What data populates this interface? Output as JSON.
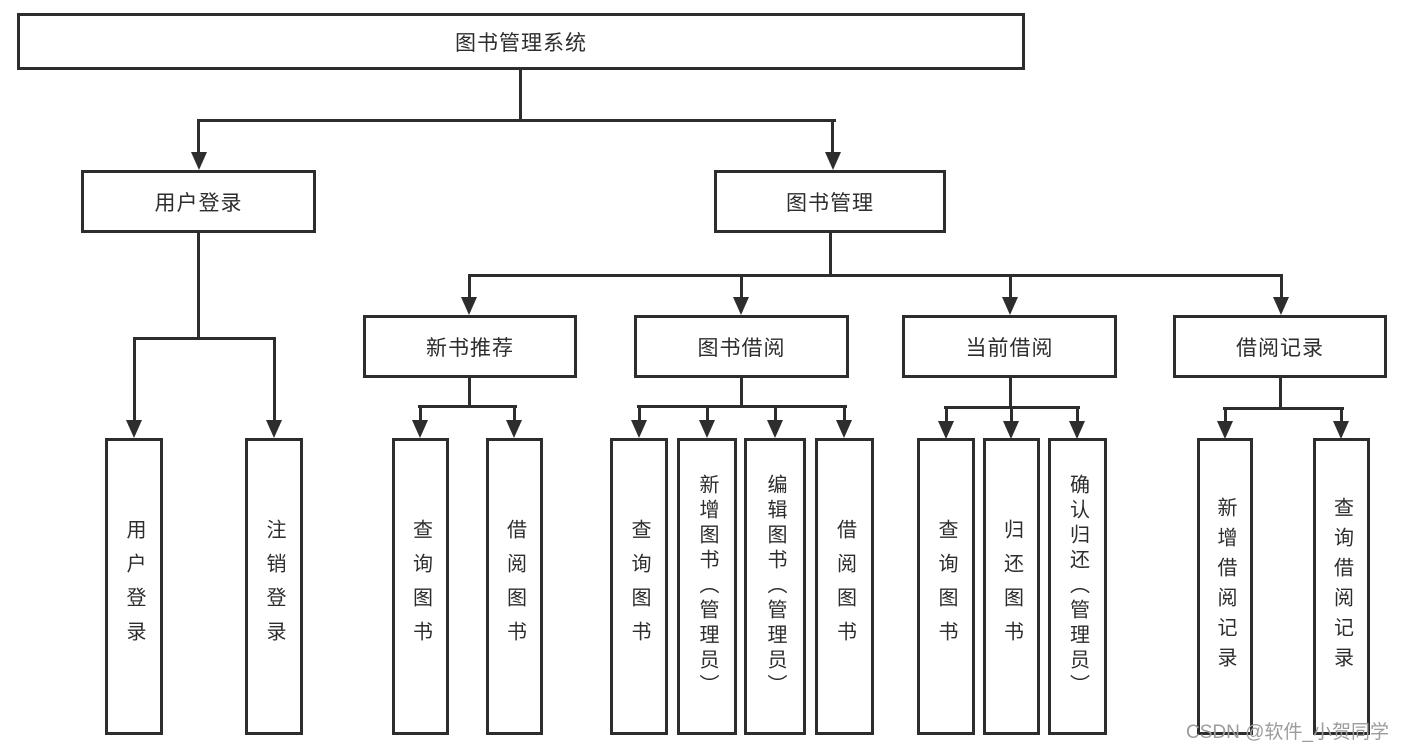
{
  "title": "图书管理系统",
  "level2": {
    "user_login": "用户登录",
    "book_mgmt": "图书管理"
  },
  "level3": {
    "new_book": "新书推荐",
    "book_borrow": "图书借阅",
    "current_borrow": "当前借阅",
    "borrow_record": "借阅记录"
  },
  "leaves": {
    "user_login": [
      "用户登录",
      "注销登录"
    ],
    "new_book": [
      "查询图书",
      "借阅图书"
    ],
    "book_borrow": [
      "查询图书",
      "新增图书（管理员）",
      "编辑图书（管理员）",
      "借阅图书"
    ],
    "current_borrow": [
      "查询图书",
      "归还图书",
      "确认归还（管理员）"
    ],
    "borrow_record": [
      "新增借阅记录",
      "查询借阅记录"
    ]
  },
  "watermark": "CSDN @软件_小贺同学",
  "colors": {
    "line": "#2d2d2d",
    "box_border": "#2d2d2d",
    "background": "#ffffff",
    "watermark_text": "#9c9c9c"
  }
}
